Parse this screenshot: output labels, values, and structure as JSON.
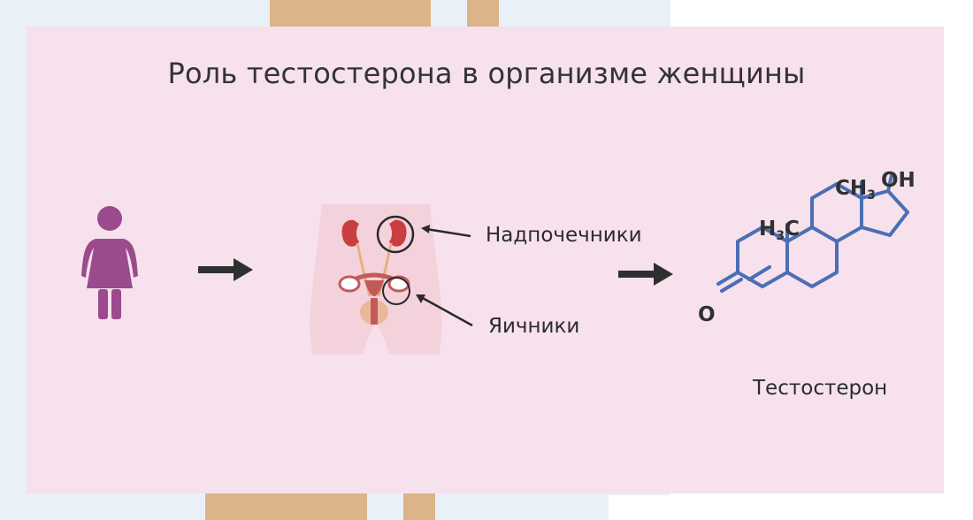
{
  "title": "Роль тестостерона в организме женщины",
  "labels": {
    "adrenals": "Надпочечники",
    "ovaries": "Яичники",
    "product": "Тестостерон"
  },
  "molecule": {
    "methyl_a": "CH",
    "methyl_a_sub": "3",
    "hydroxyl": "OH",
    "methyl_b_left": "H",
    "methyl_b_sub": "3",
    "methyl_b_right": "C",
    "ketone": "O"
  },
  "colors": {
    "card": "#f6e1ec",
    "woman": "#9c4a8e",
    "molecule_bonds": "#4a6fb5",
    "arrows": "#2f2f2f",
    "accent_strip": "#dcb489"
  },
  "icons": [
    "woman-icon",
    "female-anatomy-icon",
    "arrow-right-icon",
    "testosterone-molecule-icon"
  ]
}
